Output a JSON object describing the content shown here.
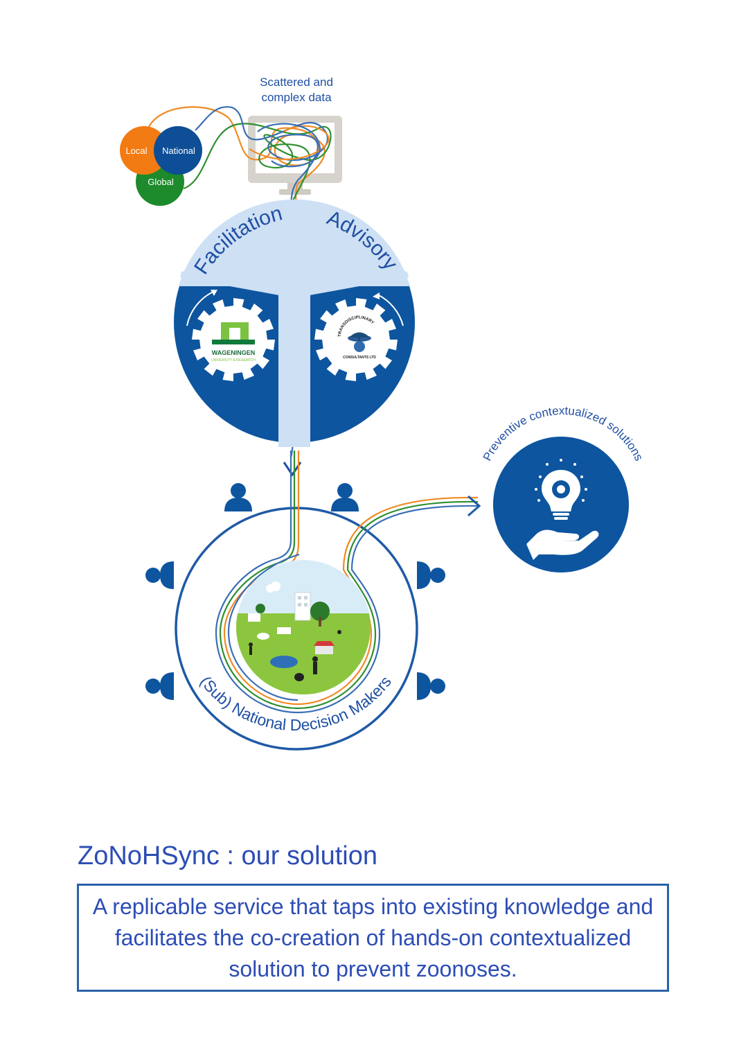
{
  "data_label": {
    "line1": "Scattered and",
    "line2": "complex data"
  },
  "scales": {
    "local": "Local",
    "national": "National",
    "global": "Global"
  },
  "roles": {
    "facilitation": "Facilitation",
    "advisory": "Advisory"
  },
  "logos": {
    "wageningen_name": "WAGENINGEN",
    "wageningen_sub": "UNIVERSITY & RESEARCH",
    "tdc_top": "TRANSDISCIPLINARY",
    "tdc_bottom": "CONSULTANTS LTD"
  },
  "decision_makers_label": "(Sub) National Decision Makers",
  "solutions_label": "Preventive contextualized  solutions",
  "caption": {
    "title": "ZoNoHSync : our solution",
    "text": "A replicable service that taps into existing knowledge and facilitates the co-creation of hands-on contextualized solution to prevent zoonoses."
  },
  "colors": {
    "dark_blue": "#0d559f",
    "light_blue": "#cde0f4",
    "text_blue": "#2d4db5",
    "orange": "#f08a24",
    "green": "#2f8f2f",
    "mid_blue": "#3a6fb5",
    "monitor_grey": "#d6d2cc"
  }
}
